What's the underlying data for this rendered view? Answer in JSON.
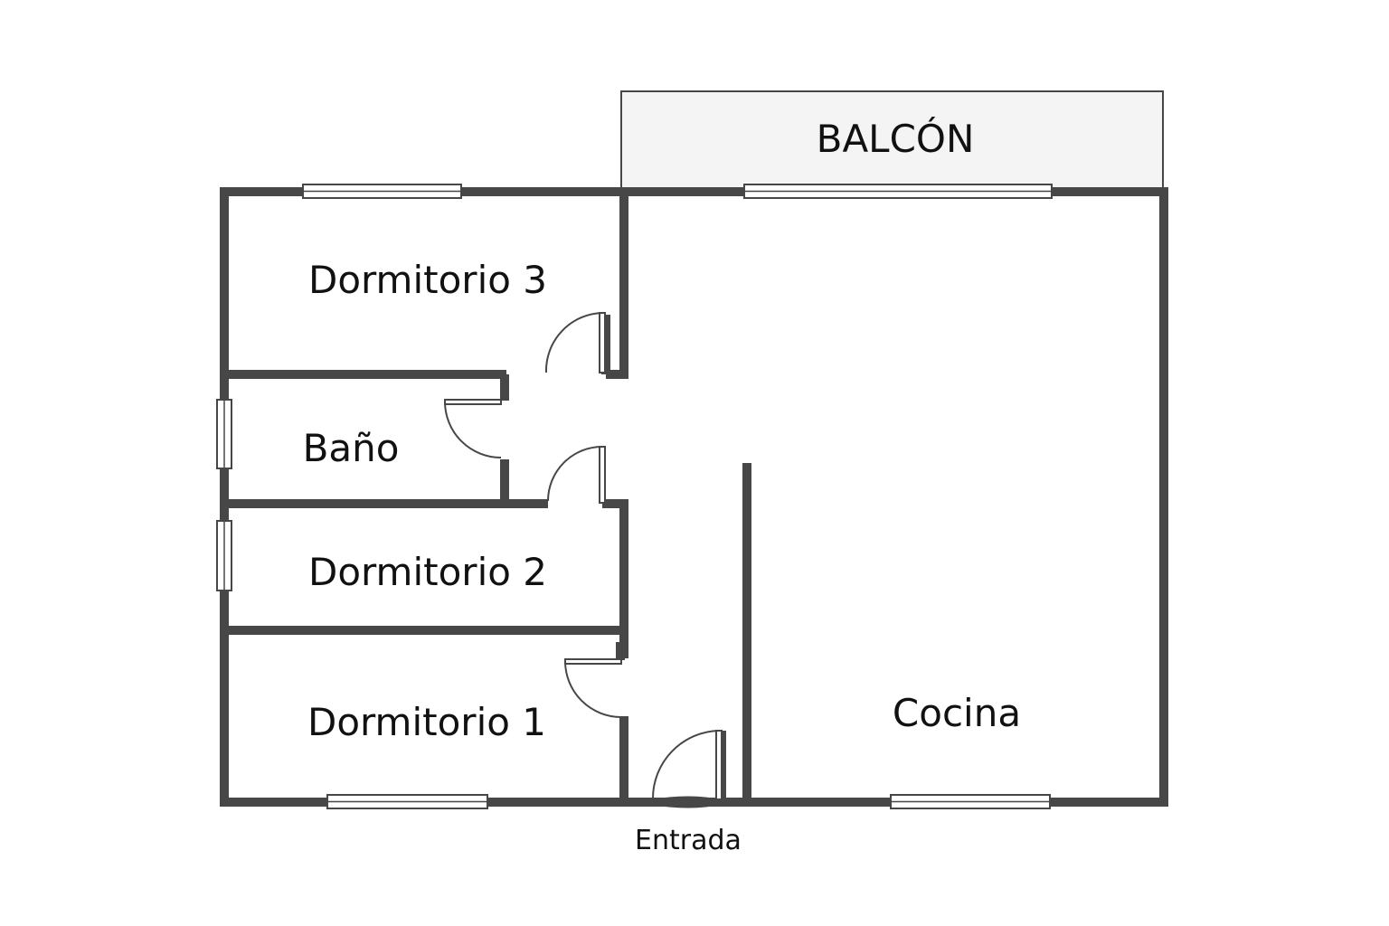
{
  "rooms": {
    "balcony": "BALCÓN",
    "bedroom_3": "Dormitorio 3",
    "bathroom": "Baño",
    "bedroom_2": "Dormitorio 2",
    "bedroom_1": "Dormitorio 1",
    "kitchen": "Cocina",
    "entrance": "Entrada"
  },
  "colors": {
    "wall": "#474747",
    "balcony_fill": "#f4f4f4"
  }
}
